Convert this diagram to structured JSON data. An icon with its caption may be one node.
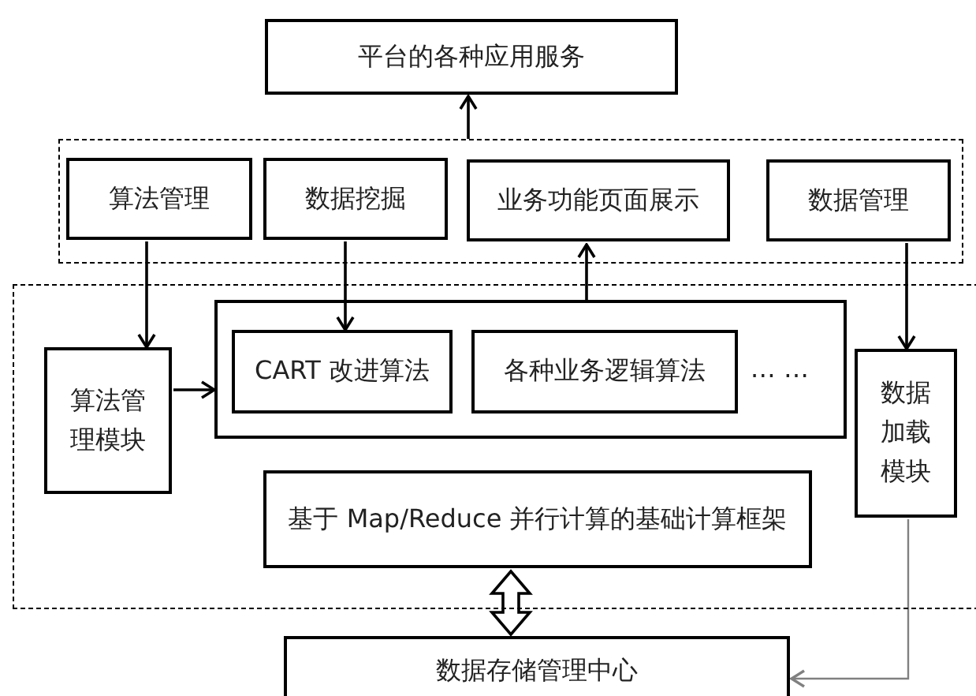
{
  "diagram": {
    "nodes": [
      {
        "text": [
          "平台的各种应用服务"
        ]
      },
      {
        "text": [],
        "shape": "box"
      },
      {
        "text": [
          "算法管理"
        ],
        "in": 1
      },
      {
        "text": [
          "数据挖掘"
        ],
        "in": 1
      },
      {
        "text": [
          "业务功能页面展示"
        ],
        "in": 1
      },
      {
        "text": [
          "数据管理"
        ],
        "in": 1
      },
      {
        "text": [],
        "shape": "box"
      },
      {
        "text": [
          "算法管理模块"
        ],
        "in": 6
      },
      {
        "text": [
          "… …"
        ],
        "in": 6
      },
      {
        "text": [
          "CART 改进算法"
        ],
        "in": 8
      },
      {
        "text": [
          "各种业务逻辑算法"
        ],
        "in": 8
      },
      {
        "text": [
          "数据加载模块"
        ],
        "in": 6
      },
      {
        "text": [
          "基于 Map/Reduce 并行计算的基础计算框架"
        ],
        "in": 6
      },
      {
        "text": [
          "数据存储管理中心"
        ]
      }
    ],
    "edges": [
      {
        "from": 1,
        "to": 0,
        "arrow": "to"
      },
      {
        "from": 2,
        "to": 7,
        "arrow": "to"
      },
      {
        "from": 3,
        "to": 9,
        "arrow": "to"
      },
      {
        "from": 8,
        "to": 4,
        "arrow": "to"
      },
      {
        "from": 5,
        "to": 11,
        "arrow": "to"
      },
      {
        "from": 7,
        "to": 8,
        "arrow": "to"
      },
      {
        "from": 12,
        "to": 13,
        "arrow": "both",
        "style": "thick"
      },
      {
        "from": 11,
        "to": 13,
        "arrow": "to",
        "color": "#808080"
      }
    ]
  }
}
